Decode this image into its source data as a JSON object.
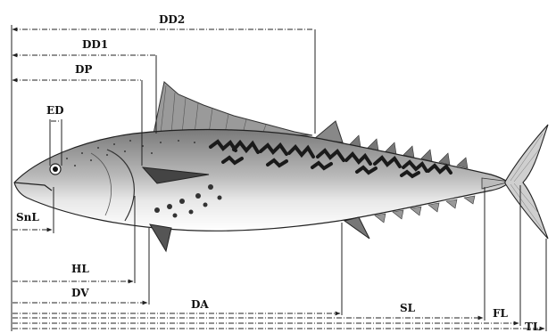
{
  "figure": {
    "labels": {
      "dd2": "DD2",
      "dd1": "DD1",
      "dp": "DP",
      "ed": "ED",
      "snl": "SnL",
      "hl": "HL",
      "dv": "DV",
      "da": "DA",
      "sl": "SL",
      "fl": "FL",
      "tl": "TL"
    }
  }
}
